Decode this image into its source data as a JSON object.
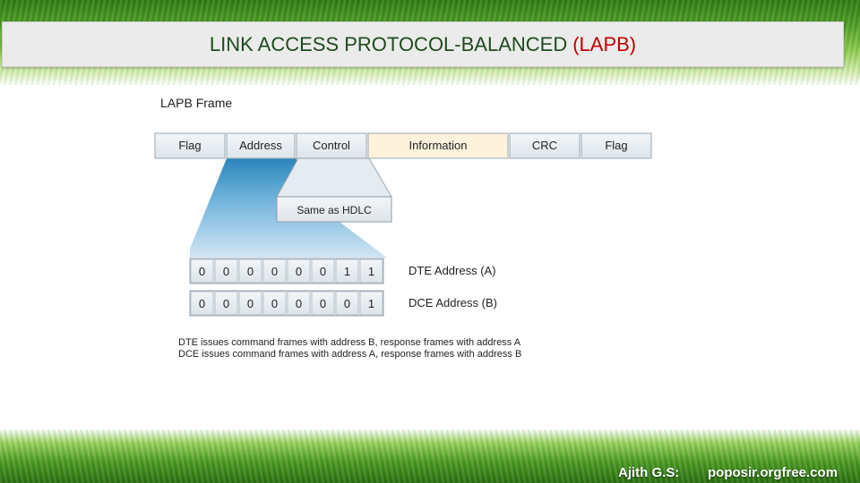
{
  "slide": {
    "title_main": "LINK ACCESS PROTOCOL-BALANCED",
    "title_highlight": "(LAPB)",
    "highlight_color": "#c00000"
  },
  "diagram": {
    "heading": "LAPB Frame",
    "frame_fields": [
      "Flag",
      "Address",
      "Control",
      "Information",
      "CRC",
      "Flag"
    ],
    "callout": "Same as HDLC",
    "address_rows": [
      {
        "bits": [
          "0",
          "0",
          "0",
          "0",
          "0",
          "0",
          "1",
          "1"
        ],
        "label": "DTE Address (A)"
      },
      {
        "bits": [
          "0",
          "0",
          "0",
          "0",
          "0",
          "0",
          "0",
          "1"
        ],
        "label": "DCE Address (B)"
      }
    ],
    "notes": [
      "DTE issues command frames with address B, response frames with address A",
      "DCE issues command frames with address A, response frames with address B"
    ]
  },
  "footer": {
    "author": "Ajith G.S:",
    "site": "poposir.orgfree.com"
  }
}
